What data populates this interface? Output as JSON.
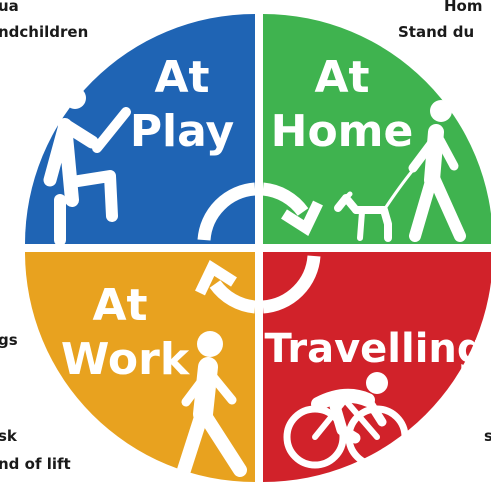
{
  "corner_texts": {
    "top_left_1": "ua",
    "top_left_2": "ndchildren",
    "top_right_1": "Hom",
    "top_right_2": "Stand du",
    "mid_left": "gs",
    "bottom_left_1": "sk",
    "bottom_left_2": "nd of lift",
    "bottom_right": "s"
  },
  "quadrants": {
    "play": {
      "line1": "At",
      "line2": "Play",
      "color": "#1f64b4"
    },
    "home": {
      "line1": "At",
      "line2": "Home",
      "color": "#3fb34f"
    },
    "work": {
      "line1": "At",
      "line2": "Work",
      "color": "#e8a21f"
    },
    "travel": {
      "line1": "Travelling",
      "color": "#d1222a"
    }
  },
  "icons": {
    "play": "person-kicking-icon",
    "home": "person-walking-dog-icon",
    "work": "person-walking-icon",
    "travel": "cyclist-icon",
    "cycle": "circular-arrows-icon"
  }
}
